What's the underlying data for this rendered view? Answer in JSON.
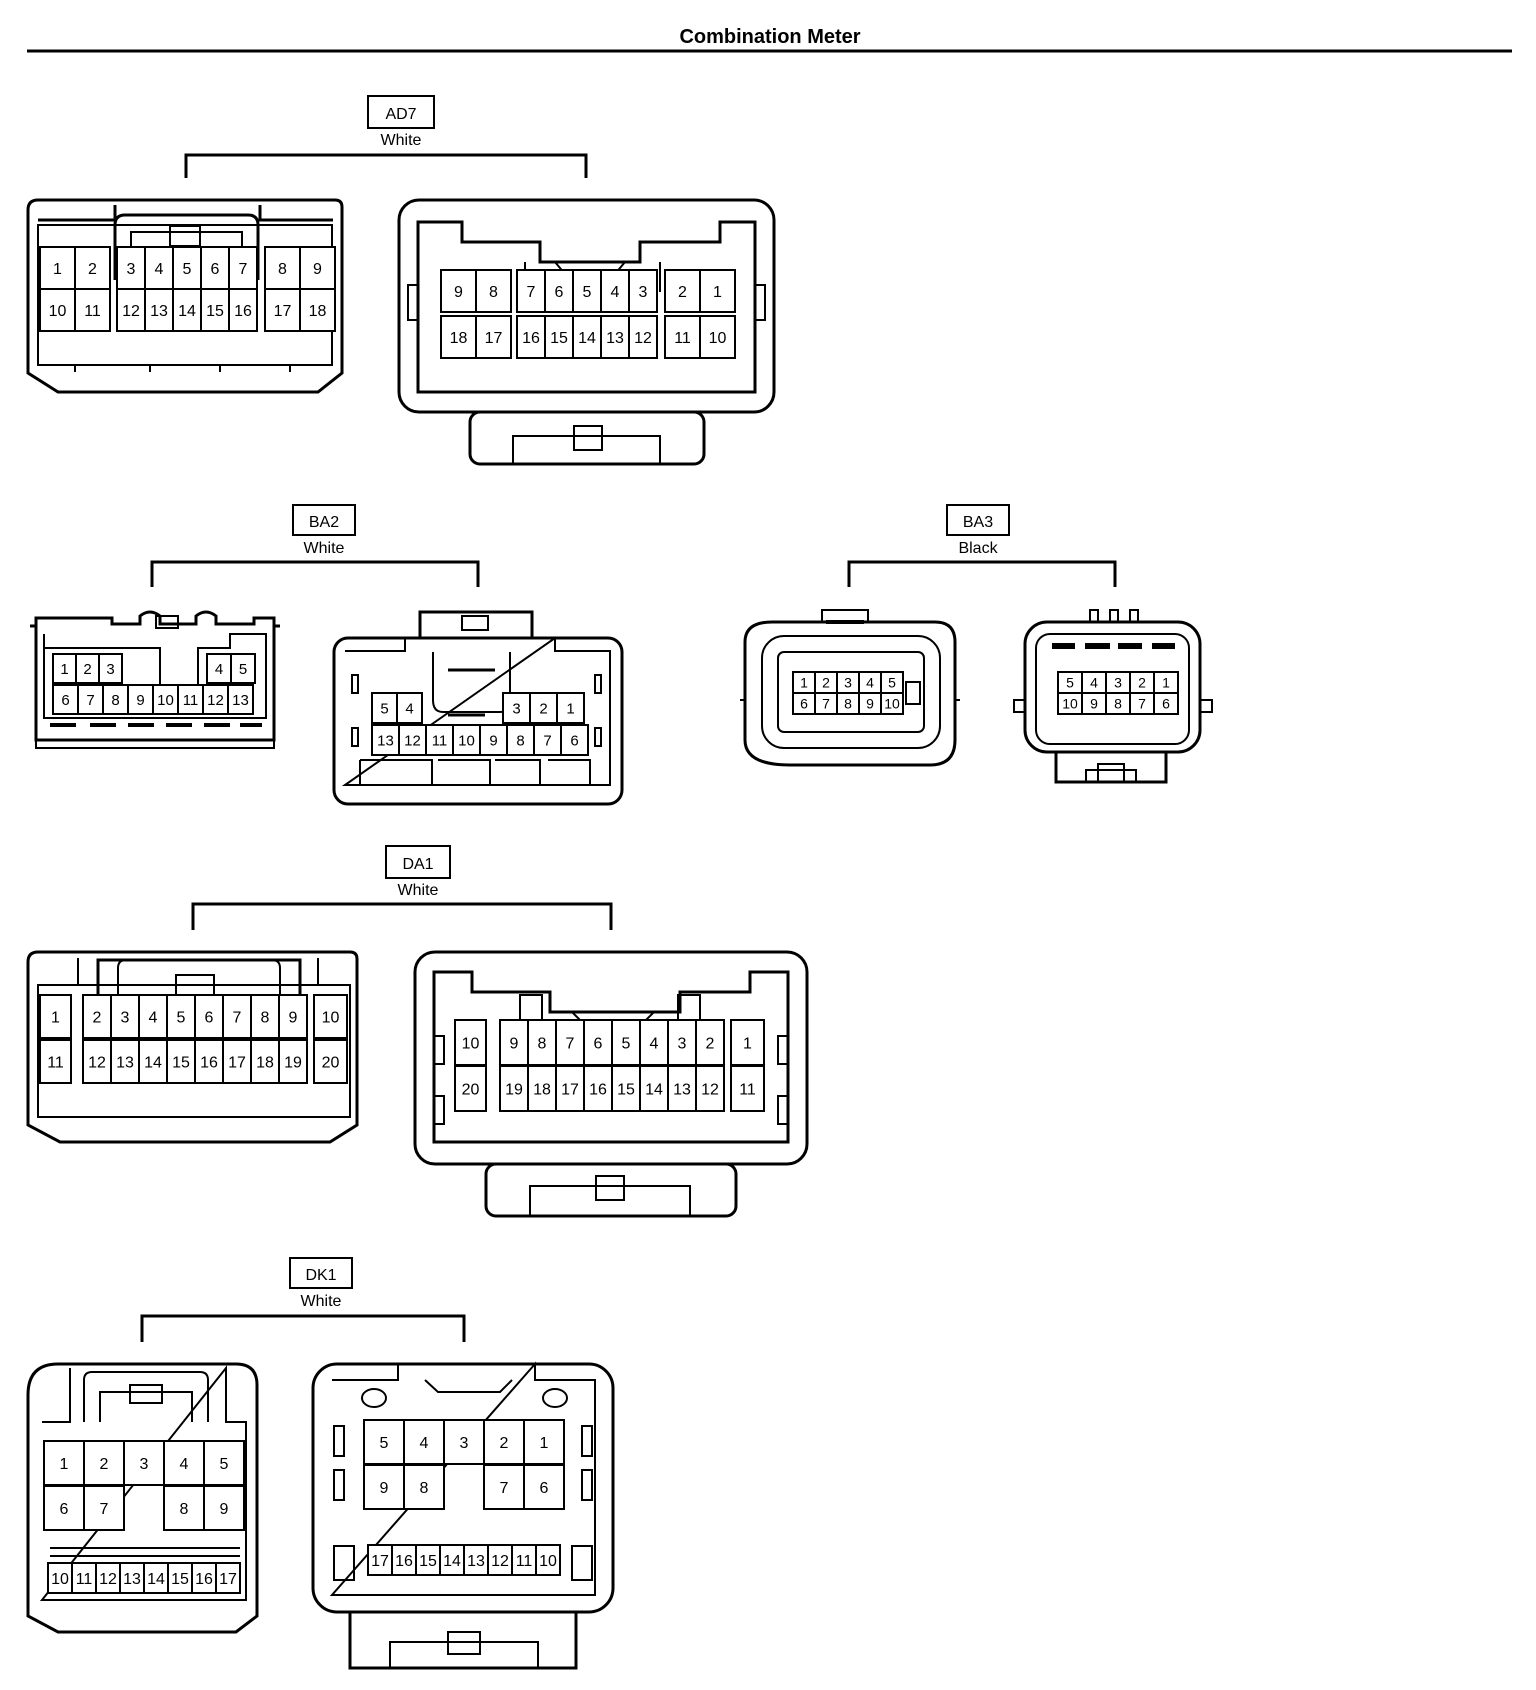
{
  "title": "Combination Meter",
  "connectors": [
    {
      "code": "AD7",
      "color": "White",
      "left": {
        "rows": [
          [
            [
              "1",
              "2"
            ],
            [
              "3",
              "4",
              "5",
              "6",
              "7"
            ],
            [
              "8",
              "9"
            ]
          ],
          [
            [
              "10",
              "11"
            ],
            [
              "12",
              "13",
              "14",
              "15",
              "16"
            ],
            [
              "17",
              "18"
            ]
          ]
        ]
      },
      "right": {
        "rows": [
          [
            [
              "9",
              "8"
            ],
            [
              "7",
              "6",
              "5",
              "4",
              "3"
            ],
            [
              "2",
              "1"
            ]
          ],
          [
            [
              "18",
              "17"
            ],
            [
              "16",
              "15",
              "14",
              "13",
              "12"
            ],
            [
              "11",
              "10"
            ]
          ]
        ]
      }
    },
    {
      "code": "BA2",
      "color": "White",
      "left": {
        "rows": [
          [
            [
              "1",
              "2",
              "3"
            ],
            [
              "4",
              "5"
            ]
          ],
          [
            [
              "6",
              "7",
              "8",
              "9",
              "10",
              "11",
              "12",
              "13"
            ]
          ]
        ]
      },
      "right": {
        "rows": [
          [
            [
              "5",
              "4"
            ],
            [
              "3",
              "2",
              "1"
            ]
          ],
          [
            [
              "13",
              "12",
              "11",
              "10",
              "9",
              "8",
              "7",
              "6"
            ]
          ]
        ]
      }
    },
    {
      "code": "BA3",
      "color": "Black",
      "left": {
        "rows": [
          [
            [
              "1",
              "2",
              "3",
              "4",
              "5"
            ]
          ],
          [
            [
              "6",
              "7",
              "8",
              "9",
              "10"
            ]
          ]
        ]
      },
      "right": {
        "rows": [
          [
            [
              "5",
              "4",
              "3",
              "2",
              "1"
            ]
          ],
          [
            [
              "10",
              "9",
              "8",
              "7",
              "6"
            ]
          ]
        ]
      }
    },
    {
      "code": "DA1",
      "color": "White",
      "left": {
        "rows": [
          [
            [
              "1"
            ],
            [
              "2",
              "3",
              "4",
              "5",
              "6",
              "7",
              "8",
              "9"
            ],
            [
              "10"
            ]
          ],
          [
            [
              "11"
            ],
            [
              "12",
              "13",
              "14",
              "15",
              "16",
              "17",
              "18",
              "19"
            ],
            [
              "20"
            ]
          ]
        ]
      },
      "right": {
        "rows": [
          [
            [
              "10"
            ],
            [
              "9",
              "8",
              "7",
              "6",
              "5",
              "4",
              "3",
              "2"
            ],
            [
              "1"
            ]
          ],
          [
            [
              "20"
            ],
            [
              "19",
              "18",
              "17",
              "16",
              "15",
              "14",
              "13",
              "12"
            ],
            [
              "11"
            ]
          ]
        ]
      }
    },
    {
      "code": "DK1",
      "color": "White",
      "left": {
        "rows": [
          [
            [
              "1",
              "2",
              "3",
              "4",
              "5"
            ]
          ],
          [
            [
              "6",
              "7"
            ],
            [
              "8",
              "9"
            ]
          ],
          [
            [
              "10",
              "11",
              "12",
              "13",
              "14",
              "15",
              "16",
              "17"
            ]
          ]
        ]
      },
      "right": {
        "rows": [
          [
            [
              "5",
              "4",
              "3",
              "2",
              "1"
            ]
          ],
          [
            [
              "9",
              "8"
            ],
            [
              "7",
              "6"
            ]
          ],
          [
            [
              "17",
              "16",
              "15",
              "14",
              "13",
              "12",
              "11",
              "10"
            ]
          ]
        ]
      }
    }
  ]
}
